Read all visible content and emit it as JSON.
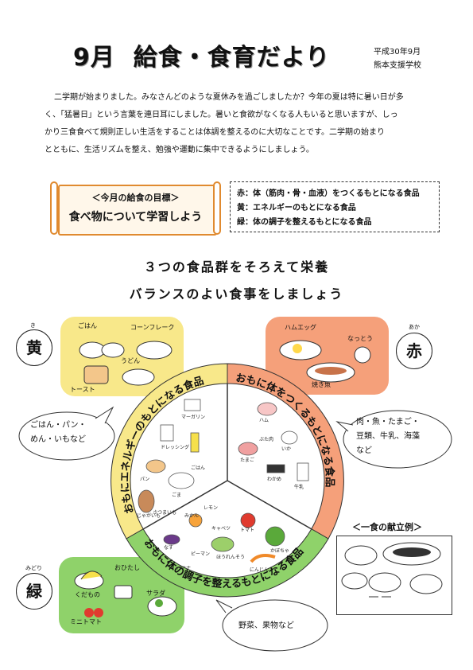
{
  "header": {
    "title_month": "9月",
    "title_main": "給食・食育だより",
    "date": "平成30年9月",
    "school": "熊本支援学校"
  },
  "intro": {
    "line1": "二学期が始まりました。みなさんどのような夏休みを過ごしましたか？今年の夏は特に暑い日が多",
    "line2": "く、「猛暑日」という言葉を連日耳にしました。暑いと食欲がなくなる人もいると思いますが、しっ",
    "line3": "かり三食食べて規則正しい生活をすることは体調を整えるのに大切なことです。二学期の始まり",
    "line4": "とともに、生活リズムを整え、勉強や運動に集中できるようにしましょう。"
  },
  "goal": {
    "label": "＜今月の給食の目標＞",
    "text": "食べ物について学習しよう"
  },
  "legend": {
    "red": "赤：体（筋肉・骨・血液）をつくるもとになる食品",
    "yellow": "黄：エネルギーのもとになる食品",
    "green": "緑：体の調子を整えるもとになる食品"
  },
  "headings": {
    "line1": "３つの食品群をそろえて栄養",
    "line2": "バランスのよい食事をしましょう"
  },
  "groups": {
    "yellow": {
      "char": "黄",
      "ruby": "き",
      "foods": [
        "ごはん",
        "コーンフレーク",
        "うどん",
        "トースト"
      ],
      "bubble_line1": "ごはん・パン・",
      "bubble_line2": "めん・いもなど",
      "arc": "おもにエネルギーのもとになる食品"
    },
    "red": {
      "char": "赤",
      "ruby": "あか",
      "foods": [
        "ハムエッグ",
        "なっとう",
        "焼き魚"
      ],
      "bubble_line1": "肉・魚・たまご・",
      "bubble_line2": "豆類、牛乳、海藻",
      "bubble_line3": "など",
      "arc": "おもに体をつくるもとになる食品"
    },
    "green": {
      "char": "緑",
      "ruby": "みどり",
      "foods": [
        "おひたし",
        "くだもの",
        "サラダ",
        "ミニトマト"
      ],
      "bubble_line1": "野菜、果物など",
      "arc": "おもに体の調子を整えるもとになる食品"
    }
  },
  "wheel": {
    "yellow_items": [
      "マーガリン",
      "ドレッシング",
      "パン",
      "ごま",
      "ごはん",
      "じゃがいも",
      "さつまいも"
    ],
    "red_items": [
      "ハム",
      "いか",
      "たまご",
      "ぶた肉",
      "牛乳",
      "わかめ"
    ],
    "green_items": [
      "みかん",
      "レモン",
      "キャベツ",
      "ピーマン",
      "トマト",
      "かぼちゃ",
      "にんじん",
      "ほうれんそう",
      "なす",
      "バナナ"
    ]
  },
  "menu": {
    "title": "＜一食の献立例＞"
  },
  "colors": {
    "yellow": "#f8e88a",
    "red": "#f5a07a",
    "green": "#8fd26a",
    "orange_accent": "#e08a2f"
  }
}
